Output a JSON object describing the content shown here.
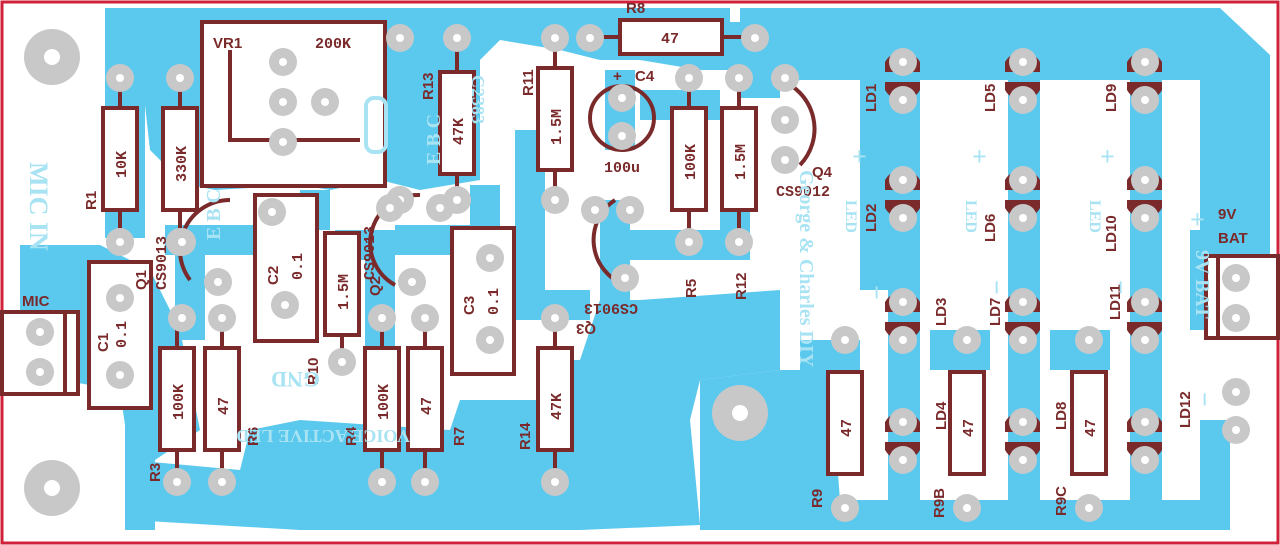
{
  "colors": {
    "copper": "#5bc8ee",
    "silkscreen": "#7a2a2a",
    "pad": "#c8c8c8",
    "outline": "#d0203a",
    "background": "#ffffff"
  },
  "board": {
    "connectors": {
      "mic": "MIC",
      "mic_in": "MIC IN",
      "bat_line1": "9V",
      "bat_line2": "BAT",
      "gnd": "GND"
    },
    "credit": "George & Charles DIY",
    "voice_label": "VOICE ACTIVE LED",
    "bat_mirror": "9V BAT",
    "plus": "+",
    "minus": "−",
    "led_mark": "LED"
  },
  "components": {
    "VR1": {
      "ref": "VR1",
      "value": "200K"
    },
    "R1": {
      "ref": "R1",
      "value": "10K"
    },
    "R2": {
      "value": "330K"
    },
    "R3": {
      "ref": "R3",
      "value": "100K"
    },
    "R4": {
      "ref": "R4",
      "value": "100K"
    },
    "R5": {
      "ref": "R5",
      "value": "100K"
    },
    "R6": {
      "ref": "R6",
      "value": "47"
    },
    "R7": {
      "ref": "R7",
      "value": "47"
    },
    "R8": {
      "ref": "R8",
      "value": "47"
    },
    "R9": {
      "ref": "R9",
      "value": "47"
    },
    "R9B": {
      "ref": "R9B",
      "value": "47"
    },
    "R9C": {
      "ref": "R9C",
      "value": "47"
    },
    "R10": {
      "ref": "R10",
      "value": "1.5M"
    },
    "R11": {
      "ref": "R11",
      "value": "1.5M"
    },
    "R12": {
      "ref": "R12",
      "value": "1.5M"
    },
    "R13": {
      "ref": "R13",
      "value": "47K"
    },
    "R14": {
      "ref": "R14",
      "value": "47K"
    },
    "C1": {
      "ref": "C1",
      "value": "0.1"
    },
    "C2": {
      "ref": "C2",
      "value": "0.1"
    },
    "C3": {
      "ref": "C3",
      "value": "0.1"
    },
    "C4": {
      "ref": "C4",
      "value": "100u",
      "polarity": "+"
    },
    "Q1": {
      "ref": "Q1",
      "part": "CS9013",
      "pins": "E B C"
    },
    "Q2": {
      "ref": "Q2",
      "part": "CS9013"
    },
    "Q3": {
      "ref": "Q3",
      "part": "CS9013"
    },
    "Q4": {
      "ref": "Q4",
      "part": "CS9012"
    },
    "Q5": {
      "part": "C2383",
      "pins": "E B C"
    },
    "LEDs": [
      "LD1",
      "LD2",
      "LD3",
      "LD4",
      "LD5",
      "LD6",
      "LD7",
      "LD8",
      "LD9",
      "LD10",
      "LD11",
      "LD12"
    ]
  }
}
